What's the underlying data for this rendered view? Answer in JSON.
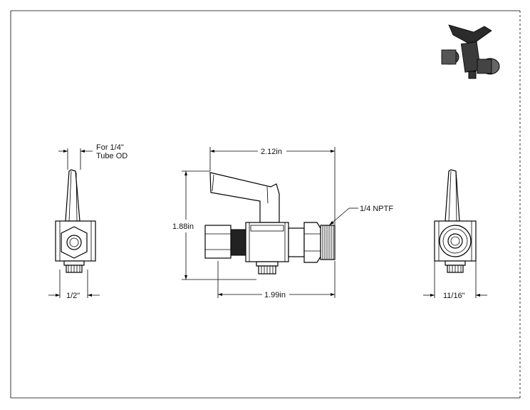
{
  "drawing": {
    "dimensions": {
      "tube_od_note_line1": "For 1/4\"",
      "tube_od_note_line2": "Tube OD",
      "left_width": "1/2\"",
      "overall_length": "2.12in",
      "height": "1.88in",
      "body_length": "1.99in",
      "thread_callout": "1/4 NPTF",
      "right_width": "11/16\""
    }
  },
  "colors": {
    "line": "#000000",
    "background": "#ffffff",
    "shade": "#dddddd",
    "dark": "#222222"
  }
}
